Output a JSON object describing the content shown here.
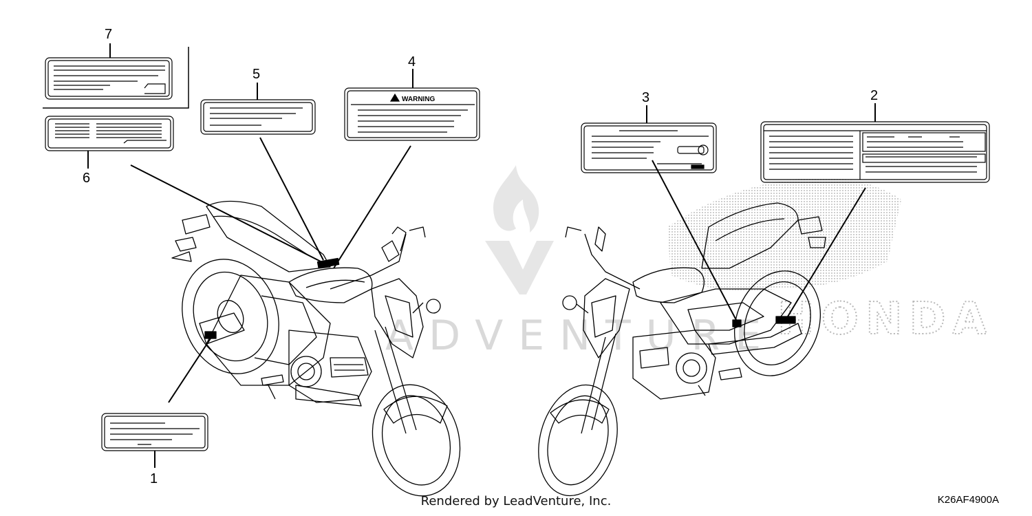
{
  "callouts": [
    {
      "id": "1",
      "label": "1"
    },
    {
      "id": "2",
      "label": "2"
    },
    {
      "id": "3",
      "label": "3"
    },
    {
      "id": "4",
      "label": "4"
    },
    {
      "id": "5",
      "label": "5"
    },
    {
      "id": "6",
      "label": "6"
    },
    {
      "id": "7",
      "label": "7"
    }
  ],
  "warning_label_text": "WARNING",
  "watermark": {
    "text": "ADVENTURE",
    "brand": "HONDA",
    "logo": "flame-v-logo"
  },
  "footer": {
    "rendered_by": "Rendered by LeadVenture, Inc.",
    "diagram_code": "K26AF4900A"
  },
  "colors": {
    "line": "#000000",
    "watermark": "#d9d9d9",
    "background": "#ffffff"
  }
}
